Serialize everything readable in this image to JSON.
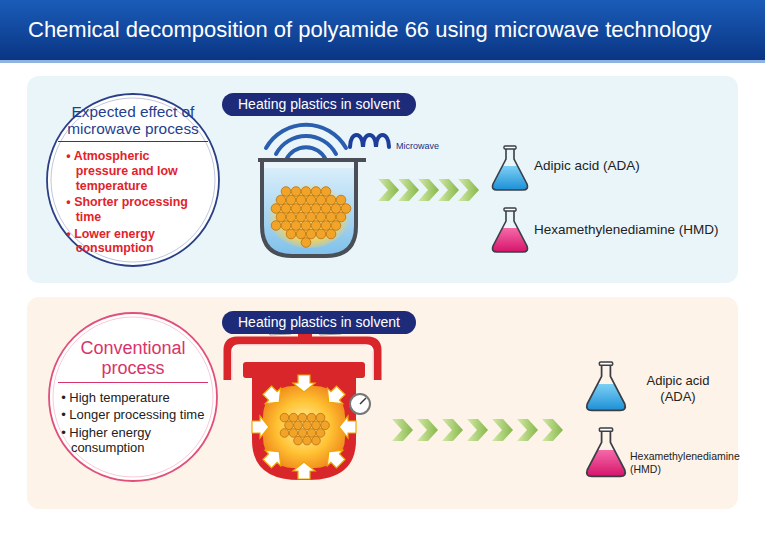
{
  "diagram": {
    "title": "Chemical decomposition of polyamide 66 using microwave technology",
    "nodes": [
      {
        "text": [
          "Expected effect of microwave process",
          "• Atmospheric pressure and low temperature",
          "• Shorter processing time",
          "• Lower energy consumption"
        ]
      },
      {
        "text": [
          "Heating plastics in solvent"
        ]
      },
      {
        "text": [
          "Conventional process",
          "• High temperature",
          "• Longer processing time",
          "• Higher energy consumption"
        ]
      },
      {
        "text": [
          "Heating plastics in solvent"
        ]
      }
    ],
    "labels": [
      "Microwave",
      "Adipic acid (ADA)",
      "Hexamethylenediamine (HMD)",
      "Adipic acid (ADA)",
      "Hexamethylenediamine (HMD)"
    ]
  }
}
